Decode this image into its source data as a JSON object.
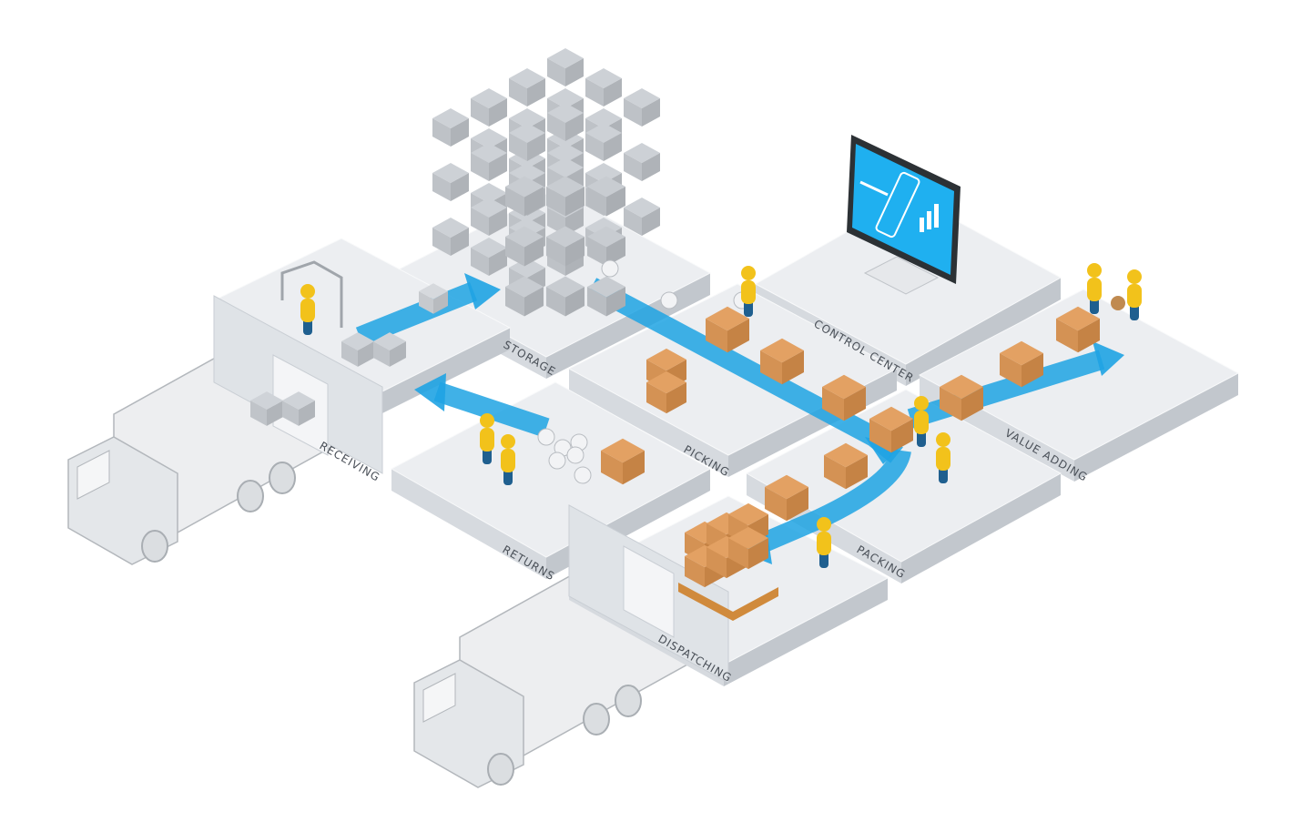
{
  "zones": [
    {
      "id": "receiving",
      "label": "RECEIVING"
    },
    {
      "id": "storage",
      "label": "STORAGE"
    },
    {
      "id": "picking",
      "label": "PICKING"
    },
    {
      "id": "control-center",
      "label": "CONTROL CENTER"
    },
    {
      "id": "value-adding",
      "label": "VALUE ADDING"
    },
    {
      "id": "packing",
      "label": "PACKING"
    },
    {
      "id": "returns",
      "label": "RETURNS"
    },
    {
      "id": "dispatching",
      "label": "DISPATCHING"
    }
  ],
  "colors": {
    "flow": "#1fa3e3",
    "platform_top": "#eceef1",
    "platform_left": "#d6dadf",
    "platform_right": "#c2c7cd",
    "carton": "#e3a163",
    "worker_body": "#f2c21b",
    "worker_legs": "#1f5f8f",
    "screen": "#1fb0f0"
  }
}
